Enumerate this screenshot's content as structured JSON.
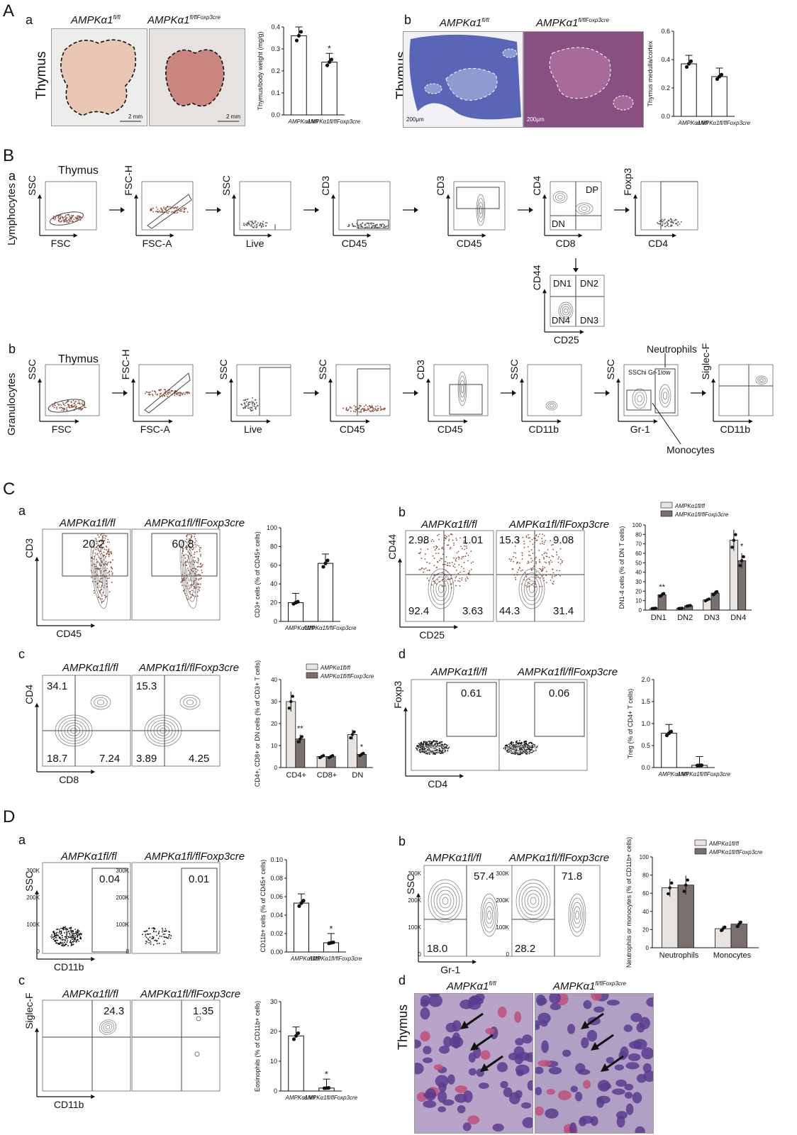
{
  "labels": {
    "A": "A",
    "B": "B",
    "C": "C",
    "D": "D",
    "a": "a",
    "b": "b",
    "c": "c",
    "d": "d"
  },
  "genotypes": {
    "wt": "AMPKα1",
    "wt_sup": "fl/fl",
    "ko": "AMPKα1",
    "ko_sup": "fl/flFoxp3cre",
    "wt_full": "AMPKα1fl/fl",
    "ko_full": "AMPKα1fl/flFoxp3cre"
  },
  "A": {
    "tissue": "Thymus",
    "scale": "2 mm",
    "scale_b": "200μm",
    "chart_a": {
      "type": "bar",
      "ylabel": "Thymus/body weight (mg/g)",
      "ylim": [
        0,
        0.4
      ],
      "yticks": [
        "0.0",
        "0.1",
        "0.2",
        "0.3",
        "0.4"
      ],
      "categories": [
        "AMPKα1fl/fl",
        "AMPKα1fl/flFoxp3cre"
      ],
      "values": [
        0.36,
        0.24
      ],
      "sig": [
        "",
        "*"
      ]
    },
    "chart_b": {
      "type": "bar",
      "ylabel": "Thymus medulla/cortex",
      "ylim": [
        0,
        0.6
      ],
      "yticks": [
        "0.0",
        "0.2",
        "0.4",
        "0.6"
      ],
      "categories": [
        "AMPKα1fl/fl",
        "AMPKα1fl/flFoxp3cre"
      ],
      "values": [
        0.37,
        0.28
      ],
      "sig": [
        "",
        ""
      ]
    }
  },
  "B": {
    "a": {
      "title": "Thymus",
      "row_label": "Lymphocytes",
      "plots": [
        {
          "y": "SSC",
          "x": "FSC"
        },
        {
          "y": "FSC-H",
          "x": "FSC-A"
        },
        {
          "y": "SSC",
          "x": "Live"
        },
        {
          "y": "CD3",
          "x": "CD45"
        },
        {
          "y": "CD3",
          "x": "CD45"
        },
        {
          "y": "CD4",
          "x": "CD8",
          "q1": "DP",
          "q2": "DN"
        },
        {
          "y": "Foxp3",
          "x": "CD4"
        }
      ],
      "dn_plot": {
        "y": "CD44",
        "x": "CD25",
        "quads": [
          "DN1",
          "DN2",
          "DN4",
          "DN3"
        ]
      }
    },
    "b": {
      "title": "Thymus",
      "row_label": "Granulocytes",
      "plots": [
        {
          "y": "SSC",
          "x": "FSC"
        },
        {
          "y": "FSC-H",
          "x": "FSC-A"
        },
        {
          "y": "SSC",
          "x": "Live"
        },
        {
          "y": "SSC",
          "x": "CD45"
        },
        {
          "y": "CD3",
          "x": "CD45"
        },
        {
          "y": "SSC",
          "x": "CD11b"
        },
        {
          "y": "SSC",
          "x": "Gr-1",
          "gate": "SSChi Gr-1low"
        },
        {
          "y": "Siglec-F",
          "x": "CD11b"
        }
      ],
      "neutrophils": "Neutrophils",
      "monocytes": "Monocytes"
    }
  },
  "C": {
    "a": {
      "y": "CD3",
      "x": "CD45",
      "wt_val": "20.2",
      "ko_val": "60.8",
      "chart": {
        "type": "bar",
        "ylabel": "CD3+ cells (% of CD45+ cells)",
        "ylim": [
          0,
          100
        ],
        "yticks": [
          "0",
          "20",
          "40",
          "60",
          "80",
          "100"
        ],
        "categories": [
          "AMPKα1fl/fl",
          "AMPKα1fl/flFoxp3cre"
        ],
        "values": [
          20,
          62
        ]
      }
    },
    "b": {
      "y": "CD44",
      "x": "CD25",
      "wt_vals": [
        "2.98",
        "1.01",
        "92.4",
        "3.63"
      ],
      "ko_vals": [
        "15.3",
        "9.08",
        "44.3",
        "31.4"
      ],
      "chart": {
        "type": "bar",
        "ylabel": "DN1-4 cells (% of DN T cells)",
        "yticks": [
          "0",
          "10",
          "20",
          "30",
          "40",
          "50",
          "60",
          "70",
          "80",
          "100"
        ],
        "categories": [
          "DN1",
          "DN2",
          "DN3",
          "DN4"
        ],
        "series": [
          {
            "name": "AMPKα1fl/fl",
            "values": [
              2,
              2,
              12,
              82
            ]
          },
          {
            "name": "AMPKα1fl/flFoxp3cre",
            "values": [
              18,
              5,
              20,
              58
            ]
          }
        ],
        "sig": [
          "**",
          "",
          "",
          "*"
        ]
      }
    },
    "c": {
      "y": "CD4",
      "x": "CD8",
      "wt_vals": [
        "34.1",
        "18.7",
        "7.24"
      ],
      "ko_vals": [
        "15.3",
        "3.89",
        "4.25"
      ],
      "chart": {
        "type": "bar",
        "ylabel": "CD4+, CD8+ or DN cells (% of CD3+ T cells)",
        "ylim": [
          0,
          40
        ],
        "yticks": [
          "0",
          "10",
          "20",
          "30",
          "40"
        ],
        "categories": [
          "CD4+",
          "CD8+",
          "DN"
        ],
        "series": [
          {
            "name": "AMPKα1fl/fl",
            "values": [
              30,
              5,
              15
            ]
          },
          {
            "name": "AMPKα1fl/flFoxp3cre",
            "values": [
              13,
              5,
              6
            ]
          }
        ],
        "sig": [
          "**",
          "",
          "*"
        ]
      }
    },
    "d": {
      "y": "Foxp3",
      "x": "CD4",
      "wt_val": "0.61",
      "ko_val": "0.06",
      "chart": {
        "type": "bar",
        "ylabel": "Treg (% of CD4+ T cells)",
        "ylim": [
          0,
          2
        ],
        "yticks": [
          "0.0",
          "0.5",
          "1.0",
          "1.5",
          "2.0"
        ],
        "categories": [
          "AMPKα1fl/fl",
          "AMPKα1fl/flFoxp3cre"
        ],
        "values": [
          0.78,
          0.05
        ]
      }
    }
  },
  "D": {
    "a": {
      "y": "SSC",
      "x": "CD11b",
      "wt_val": "0.04",
      "ko_val": "0.01",
      "yticks": [
        "300K",
        "200K",
        "100K",
        "0"
      ],
      "chart": {
        "type": "bar",
        "ylabel": "CD11b+ cells (% of CD45+ cells)",
        "ylim": [
          0,
          0.1
        ],
        "yticks": [
          "0.00",
          "0.02",
          "0.04",
          "0.06",
          "0.08",
          "0.10"
        ],
        "categories": [
          "AMPKα1fl/fl",
          "AMPKα1fl/flFoxp3cre"
        ],
        "values": [
          0.053,
          0.01
        ],
        "sig": [
          "",
          "*"
        ]
      }
    },
    "b": {
      "y": "SSC",
      "x": "Gr-1",
      "wt_vals": [
        "57.4",
        "18.0"
      ],
      "ko_vals": [
        "71.8",
        "28.2"
      ],
      "yticks": [
        "300K",
        "200K",
        "100K",
        "0"
      ],
      "chart": {
        "type": "bar",
        "ylabel": "Neutrophils or monocytes (% of CD11b+ cells)",
        "ylim": [
          0,
          100
        ],
        "yticks": [
          "0",
          "20",
          "40",
          "60",
          "80",
          "100"
        ],
        "categories": [
          "Neutrophils",
          "Monocytes"
        ],
        "series": [
          {
            "name": "AMPKα1fl/fl",
            "values": [
              66,
              21
            ]
          },
          {
            "name": "AMPKα1fl/flFoxp3cre",
            "values": [
              69,
              26
            ]
          }
        ]
      }
    },
    "c": {
      "y": "Siglec-F",
      "x": "CD11b",
      "wt_val": "24.3",
      "ko_val": "1.35",
      "chart": {
        "type": "bar",
        "ylabel": "Eosinophils (% of CD11b+ cells)",
        "ylim": [
          0,
          30
        ],
        "yticks": [
          "0",
          "10",
          "20",
          "30"
        ],
        "categories": [
          "AMPKα1fl/fl",
          "AMPKα1fl/flFoxp3cre"
        ],
        "values": [
          18.5,
          1
        ],
        "sig": [
          "",
          "*"
        ]
      }
    },
    "d": {
      "tissue": "Thymus"
    }
  },
  "colors": {
    "wt": "#e8e4e2",
    "ko": "#7a716e",
    "cortex": "#5060b8",
    "ko_tissue": "#8a5080"
  }
}
